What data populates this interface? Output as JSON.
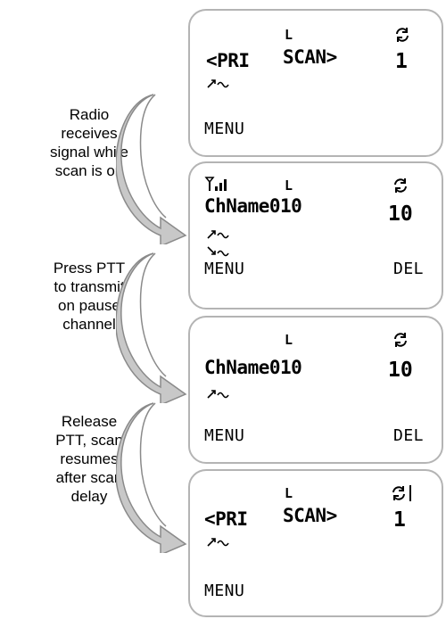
{
  "steps": [
    {
      "caption": [
        "Radio",
        "receives",
        "signal while",
        "scan is on"
      ]
    },
    {
      "caption": [
        "Press PTT",
        "to transmit",
        "on pause",
        "channel"
      ]
    },
    {
      "caption": [
        "Release",
        "PTT, scan",
        "resumes",
        "after scan",
        "delay"
      ]
    }
  ],
  "screens": [
    {
      "line1_left": "<PRI",
      "line1_mid": "SCAN>",
      "number": "1",
      "top_letter": "L",
      "softkey_left": "MENU",
      "softkey_right": ""
    },
    {
      "line1_left": "ChName010",
      "line1_mid": "",
      "number": "10",
      "top_letter": "L",
      "softkey_left": "MENU",
      "softkey_right": "DEL"
    },
    {
      "line1_left": "ChName010",
      "line1_mid": "",
      "number": "10",
      "top_letter": "L",
      "softkey_left": "MENU",
      "softkey_right": "DEL"
    },
    {
      "line1_left": "<PRI",
      "line1_mid": "SCAN>",
      "number": "1",
      "top_letter": "L",
      "softkey_left": "MENU",
      "softkey_right": ""
    }
  ],
  "icons": {
    "scan": "scan-icon",
    "signal": "signal-strength-icon",
    "tx": "transmit-indicator-icon",
    "rx": "receive-indicator-icon"
  },
  "colors": {
    "arrow_fill": "#c8c8c8",
    "arrow_stroke": "#8a8a8a",
    "screen_border": "#b4b4b4"
  }
}
